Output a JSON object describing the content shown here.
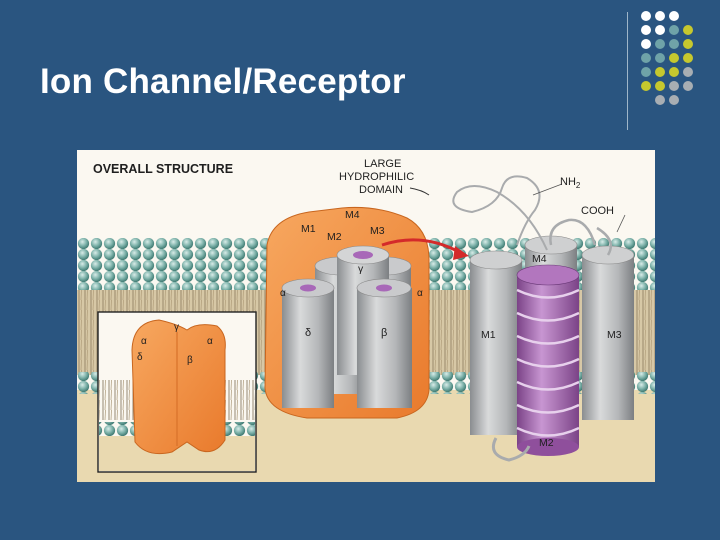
{
  "slide": {
    "title": "Ion Channel/Receptor"
  },
  "colors": {
    "background": "#2a5580",
    "dot_white": "#ffffff",
    "dot_teal": "#6fa3a8",
    "dot_yellow": "#c6c82e",
    "dot_gray": "#a8aeb3",
    "receptor_orange": "#f08a3c",
    "helix_purple": "#a868b8"
  },
  "figure": {
    "heading": "OVERALL STRUCTURE",
    "domain_label": [
      "LARGE",
      "HYDROPHILIC",
      "DOMAIN"
    ],
    "nh2": "NH",
    "nh2_sub": "2",
    "cooh": "COOH",
    "segments": {
      "m1": "M1",
      "m2": "M2",
      "m3": "M3",
      "m4": "M4"
    },
    "subunits": {
      "alpha": "α",
      "beta": "β",
      "gamma": "γ",
      "delta": "δ"
    }
  }
}
